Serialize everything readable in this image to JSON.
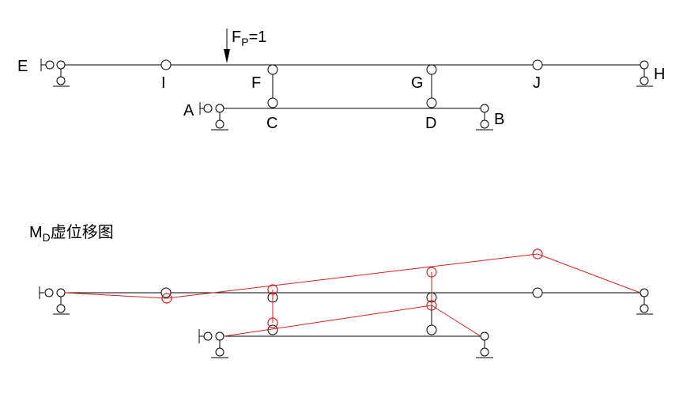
{
  "labels": {
    "E": "E",
    "I": "I",
    "F": "F",
    "G": "G",
    "J": "J",
    "H": "H",
    "A": "A",
    "C": "C",
    "D": "D",
    "B": "B"
  },
  "load": {
    "prefix": "F",
    "subscript": "P",
    "suffix": "=1"
  },
  "caption": {
    "prefix": "M",
    "subscript": "D",
    "suffix": "虚位移图"
  },
  "colors": {
    "structure": "#000000",
    "displacement": "#cc2222"
  }
}
